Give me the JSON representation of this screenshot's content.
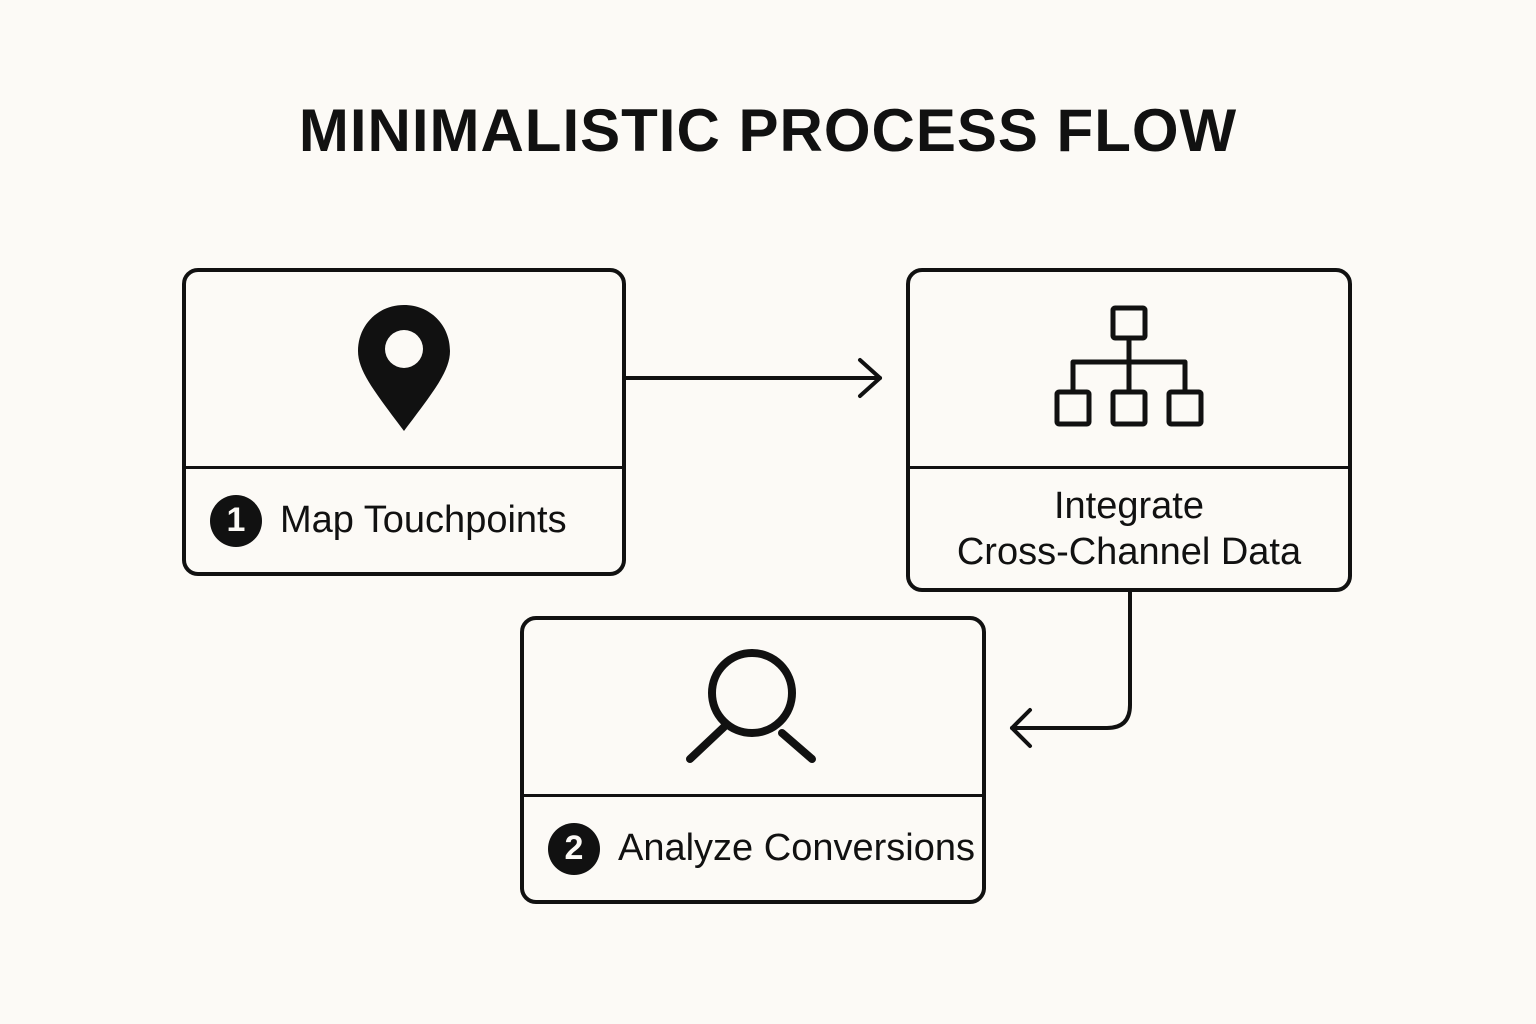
{
  "title": "MINIMALISTIC PROCESS FLOW",
  "steps": [
    {
      "number": "1",
      "label": "Map Touchpoints",
      "icon": "map-pin-icon"
    },
    {
      "label_line1": "Integrate",
      "label_line2": "Cross-Channel Data",
      "icon": "hierarchy-icon"
    },
    {
      "number": "2",
      "label": "Analyze Conversions",
      "icon": "magnifier-icon"
    }
  ],
  "colors": {
    "background": "#fcfaf6",
    "ink": "#111111"
  }
}
